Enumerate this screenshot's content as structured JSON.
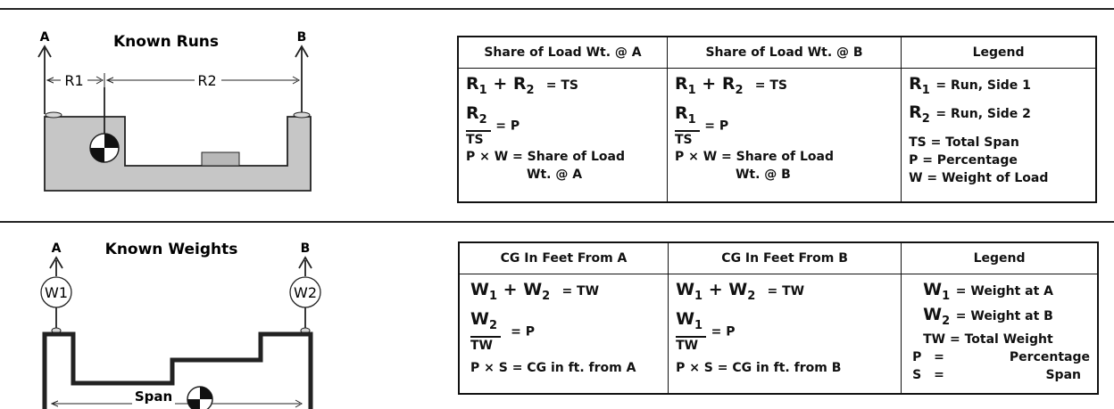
{
  "top": {
    "figure": {
      "title": "Known Runs",
      "point_a": "A",
      "point_b": "B",
      "run1": "R1",
      "run2": "R2"
    },
    "table": {
      "headers": [
        "Share of Load Wt. @ A",
        "Share of Load Wt. @ B",
        "Legend"
      ],
      "col_a": {
        "sum_op": "+",
        "eq_rhs": "= TS",
        "frac_num": "R",
        "frac_num_sub": "2",
        "frac_den": "TS",
        "frac_rhs": "= P",
        "formula_line1": "P × W = Share of Load",
        "formula_line2": "Wt. @ A"
      },
      "col_b": {
        "sum_op": "+",
        "eq_rhs": "= TS",
        "frac_num": "R",
        "frac_num_sub": "1",
        "frac_den": "TS",
        "frac_rhs": "= P",
        "formula_line1": "P × W = Share of Load",
        "formula_line2": "Wt. @ B"
      },
      "legend": {
        "r1_def": "= Run, Side 1",
        "r2_def": "= Run, Side 2",
        "ts_def": "TS = Total Span",
        "p_def": "P = Percentage",
        "w_def": "W = Weight of Load"
      }
    }
  },
  "bottom": {
    "figure": {
      "title": "Known Weights",
      "point_a": "A",
      "point_b": "B",
      "weight1": "W1",
      "weight2": "W2",
      "span": "Span"
    },
    "table": {
      "headers": [
        "CG In Feet From A",
        "CG In Feet From B",
        "Legend"
      ],
      "col_a": {
        "sum_op": "+",
        "eq_rhs": "= TW",
        "frac_num": "W",
        "frac_num_sub": "2",
        "frac_den": "TW",
        "frac_rhs": "= P",
        "formula": "P × S = CG in ft. from A"
      },
      "col_b": {
        "sum_op": "+",
        "eq_rhs": "= TW",
        "frac_num": "W",
        "frac_num_sub": "1",
        "frac_den": "TW",
        "frac_rhs": "= P",
        "formula": "P × S = CG in ft. from B"
      },
      "legend": {
        "w1_def": "= Weight at A",
        "w2_def": "= Weight at B",
        "tw_def": "TW = Total Weight",
        "p_sym": "P",
        "p_eq": "=",
        "p_word": "Percentage",
        "s_sym": "S",
        "s_eq": "=",
        "s_word": "Span"
      }
    }
  },
  "symbols": {
    "r": "R",
    "w": "W",
    "sub1": "1",
    "sub2": "2"
  }
}
